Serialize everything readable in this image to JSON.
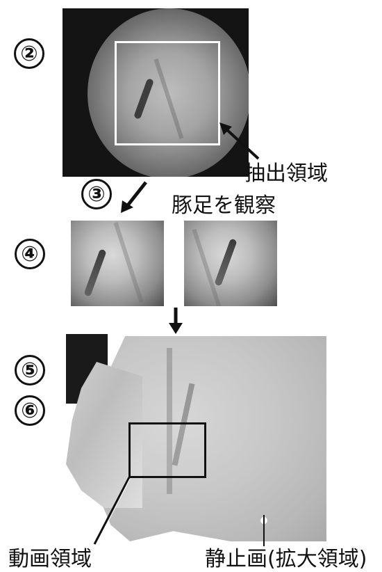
{
  "steps": {
    "s2": "②",
    "s3": "③",
    "s4": "④",
    "s5": "⑤",
    "s6": "⑥"
  },
  "labels": {
    "extraction_region": "抽出領域",
    "observe_pig_foot": "豚足を観察",
    "video_region": "動画領域",
    "still_image_expanded": "静止画(拡大領域)"
  },
  "colors": {
    "dark_background": "#141414",
    "frame_white": "#ffffff",
    "frame_black": "#111111"
  }
}
